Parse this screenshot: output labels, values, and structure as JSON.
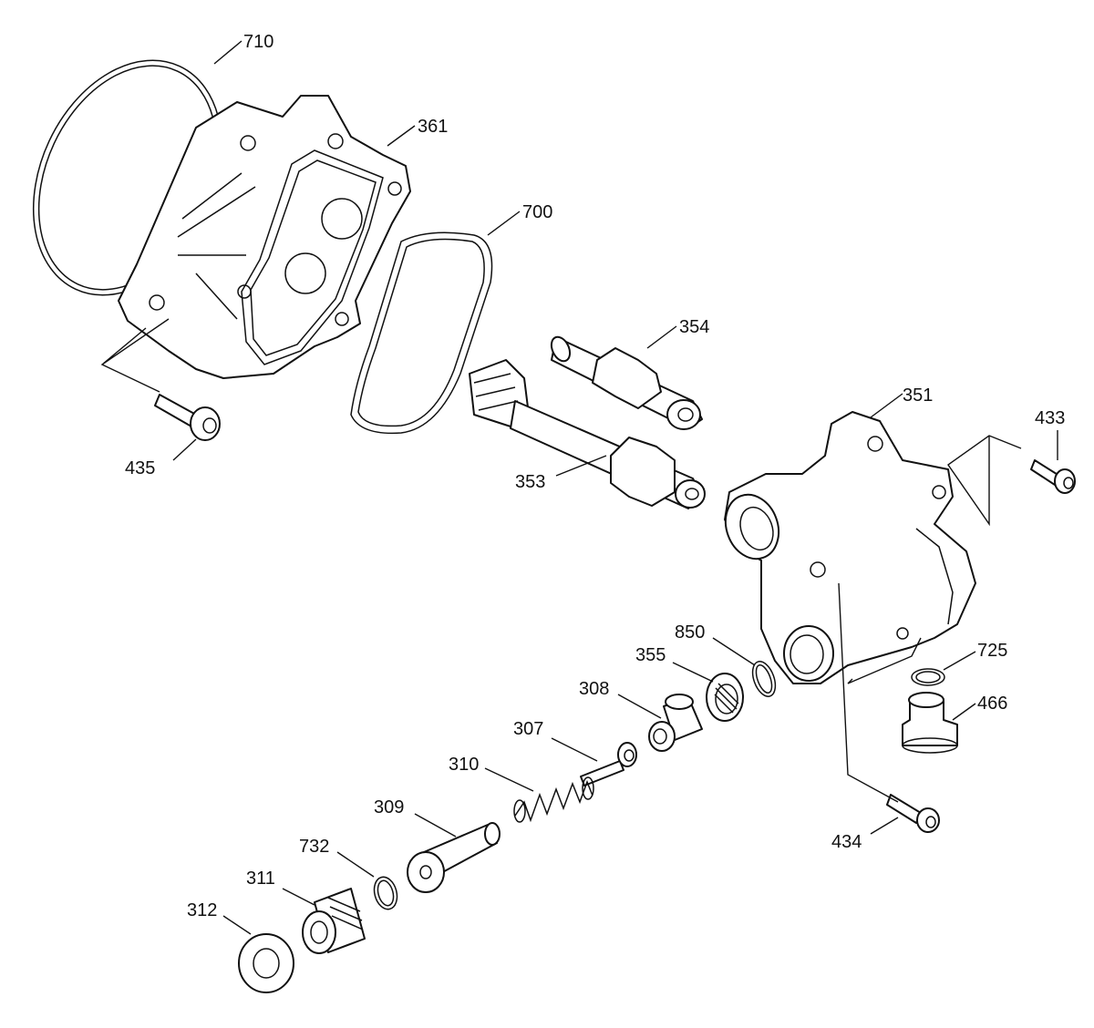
{
  "diagram": {
    "parts": [
      {
        "id": "p710",
        "number": "710"
      },
      {
        "id": "p361",
        "number": "361"
      },
      {
        "id": "p700",
        "number": "700"
      },
      {
        "id": "p354",
        "number": "354"
      },
      {
        "id": "p351",
        "number": "351"
      },
      {
        "id": "p433",
        "number": "433"
      },
      {
        "id": "p435",
        "number": "435"
      },
      {
        "id": "p353",
        "number": "353"
      },
      {
        "id": "p850",
        "number": "850"
      },
      {
        "id": "p355",
        "number": "355"
      },
      {
        "id": "p725",
        "number": "725"
      },
      {
        "id": "p308",
        "number": "308"
      },
      {
        "id": "p466",
        "number": "466"
      },
      {
        "id": "p307",
        "number": "307"
      },
      {
        "id": "p310",
        "number": "310"
      },
      {
        "id": "p309",
        "number": "309"
      },
      {
        "id": "p434",
        "number": "434"
      },
      {
        "id": "p732",
        "number": "732"
      },
      {
        "id": "p311",
        "number": "311"
      },
      {
        "id": "p312",
        "number": "312"
      }
    ],
    "line_color": "#111111",
    "background": "#ffffff"
  }
}
